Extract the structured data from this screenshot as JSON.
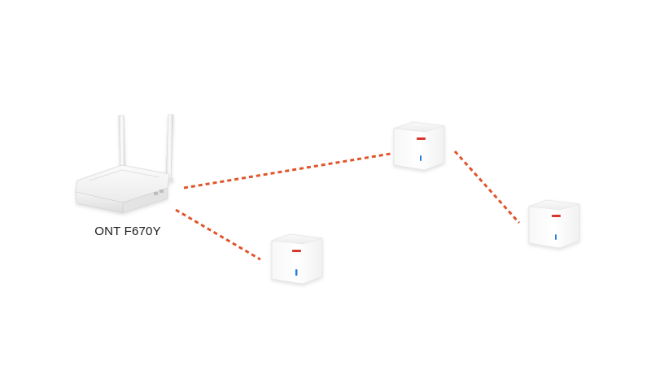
{
  "diagram": {
    "router": {
      "label": "ONT F670Y",
      "icon": "wifi-router-icon"
    },
    "nodes": [
      {
        "id": "mesh-node-center",
        "icon": "mesh-node-icon"
      },
      {
        "id": "mesh-node-top",
        "icon": "mesh-node-icon"
      },
      {
        "id": "mesh-node-right",
        "icon": "mesh-node-icon"
      }
    ],
    "links": [
      {
        "from": "router",
        "to": "mesh-node-top"
      },
      {
        "from": "router",
        "to": "mesh-node-center"
      },
      {
        "from": "mesh-node-top",
        "to": "mesh-node-right"
      }
    ],
    "colors": {
      "link": "#e0552b",
      "led": "#2b7fd6",
      "brand": "#d7372f",
      "device_body": "#ffffff",
      "device_shadow": "#e6e6e6"
    }
  }
}
